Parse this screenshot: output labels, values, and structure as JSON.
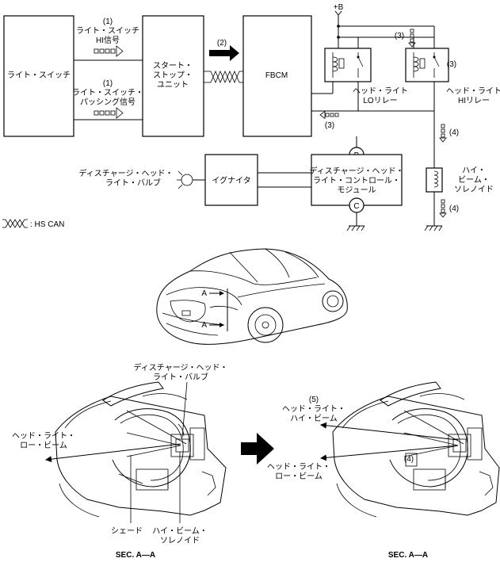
{
  "blocks": {
    "light_switch": "ライト・スイッチ",
    "start_stop_unit": [
      "スタート・",
      "ストップ・",
      "ユニット"
    ],
    "fbcm": "FBCM",
    "igniter": "イグナイタ",
    "discharge_module": [
      "ディスチャージ・ヘッド・",
      "ライト・コントロール・",
      "モジュール"
    ]
  },
  "signals": {
    "hi_num": "(1)",
    "hi_label": [
      "ライト・スイッチ",
      "HI信号"
    ],
    "pass_num": "(1)",
    "pass_label": [
      "ライト・スイッチ・",
      "パッシング信号"
    ],
    "can_num": "(2)"
  },
  "power": "+B",
  "relays": {
    "lo_label": [
      "ヘッド・ライト",
      "LOリレー"
    ],
    "hi_label": [
      "ヘッド・ライト",
      "HIリレー"
    ],
    "num3a": "(3)",
    "num3b": "(3)",
    "num3c": "(3)",
    "num4a": "(4)",
    "num4b": "(4)"
  },
  "connectors": {
    "b": "B",
    "c": "C"
  },
  "bulb_label": [
    "ディスチャージ・ヘッド・",
    "ライト・バルブ"
  ],
  "solenoid_label": [
    "ハイ・",
    "ビーム・",
    "ソレノイド"
  ],
  "legend": ": HS CAN",
  "car": {
    "a1": "A",
    "a2": "A"
  },
  "left_section": {
    "bulb_label": [
      "ディスチャージ・ヘッド・",
      "ライト・バルブ"
    ],
    "low_beam": [
      "ヘッド・ライト・",
      "ロー・ビーム"
    ],
    "shade": "シェード",
    "solenoid": [
      "ハイ・ビーム・",
      "ソレノイド"
    ],
    "caption": "SEC. A—A"
  },
  "right_section": {
    "num5": "(5)",
    "high_beam": [
      "ヘッド・ライト・",
      "ハイ・ビーム"
    ],
    "low_beam": [
      "ヘッド・ライト・",
      "ロー・ビーム"
    ],
    "num4": "(4)",
    "caption": "SEC. A—A"
  }
}
